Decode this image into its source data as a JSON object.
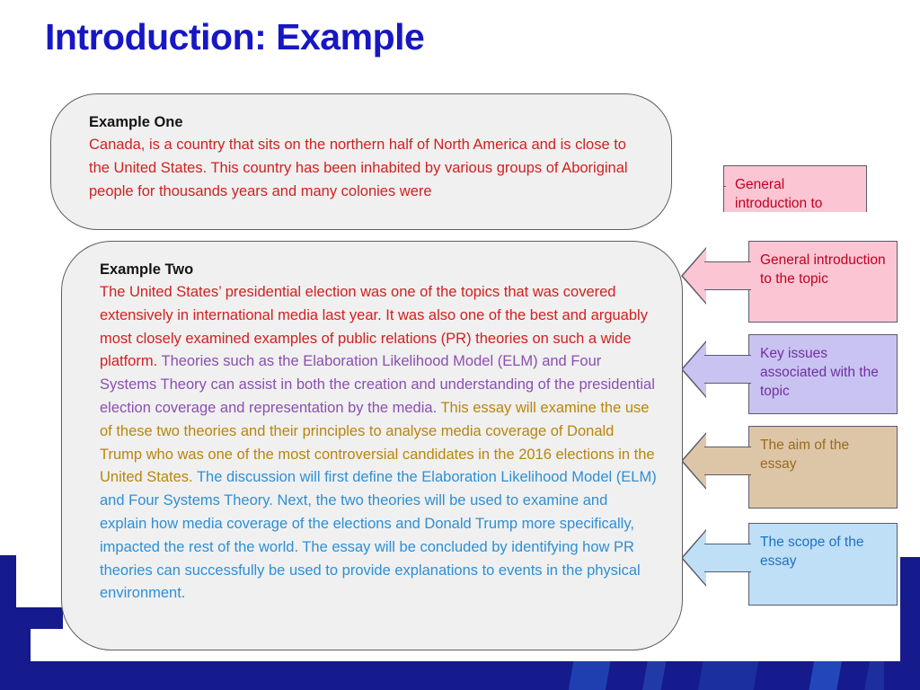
{
  "slide": {
    "title": "Introduction: Example"
  },
  "cards": {
    "example_one": {
      "heading": "Example One",
      "body_red": "Canada, is a country that sits on the northern half of North America and is close to the United States. This country has been inhabited by various groups of Aboriginal people for thousands years and many colonies were"
    },
    "example_two": {
      "heading": "Example Two",
      "segment_red": "The United States’ presidential election was one of the topics that was covered extensively in international media last year. It was also one of the best and arguably most closely examined examples of public relations (PR) theories on such a wide platform. ",
      "segment_purple": "Theories such as the Elaboration Likelihood Model (ELM) and Four Systems Theory can assist in both the creation and understanding of the presidential election coverage and representation by the media. ",
      "segment_olive": "This essay will examine the use of these two theories and their principles to analyse media coverage of Donald Trump who was one of the most controversial candidates in the 2016 elections in the United States. ",
      "segment_blue": "The discussion will first define the Elaboration Likelihood Model (ELM) and Four Systems Theory. Next, the two theories will be used to examine and explain how media coverage of the elections and Donald Trump more specifically, impacted the rest of the world. The essay will be concluded by identifying how PR theories can successfully be used to provide explanations to events in the physical environment."
    }
  },
  "callouts": {
    "intro_top": {
      "label": "General introduction to"
    },
    "intro_main": {
      "label": "General introduction to the topic"
    },
    "key_issues": {
      "label": "Key issues associated with the topic"
    },
    "aim": {
      "label": "The aim of the essay"
    },
    "scope": {
      "label": "The scope of the essay"
    }
  },
  "colors": {
    "title": "#1717c4",
    "red_text": "#d32020",
    "purple_text": "#8b4fb0",
    "olive_text": "#b8860b",
    "blue_text": "#2d8fd5",
    "callout_pink_bg": "#fbc5d4",
    "callout_pink_text": "#c00020",
    "callout_lavender_bg": "#c9c3f2",
    "callout_purple_text": "#7030a0",
    "callout_tan_bg": "#ddc6a8",
    "callout_brown_text": "#9a6a1e",
    "callout_lightblue_bg": "#bfdff6",
    "callout_blue_text": "#1f72c0",
    "card_bg": "#f0f0f0",
    "frame_navy": "#151a8c"
  }
}
